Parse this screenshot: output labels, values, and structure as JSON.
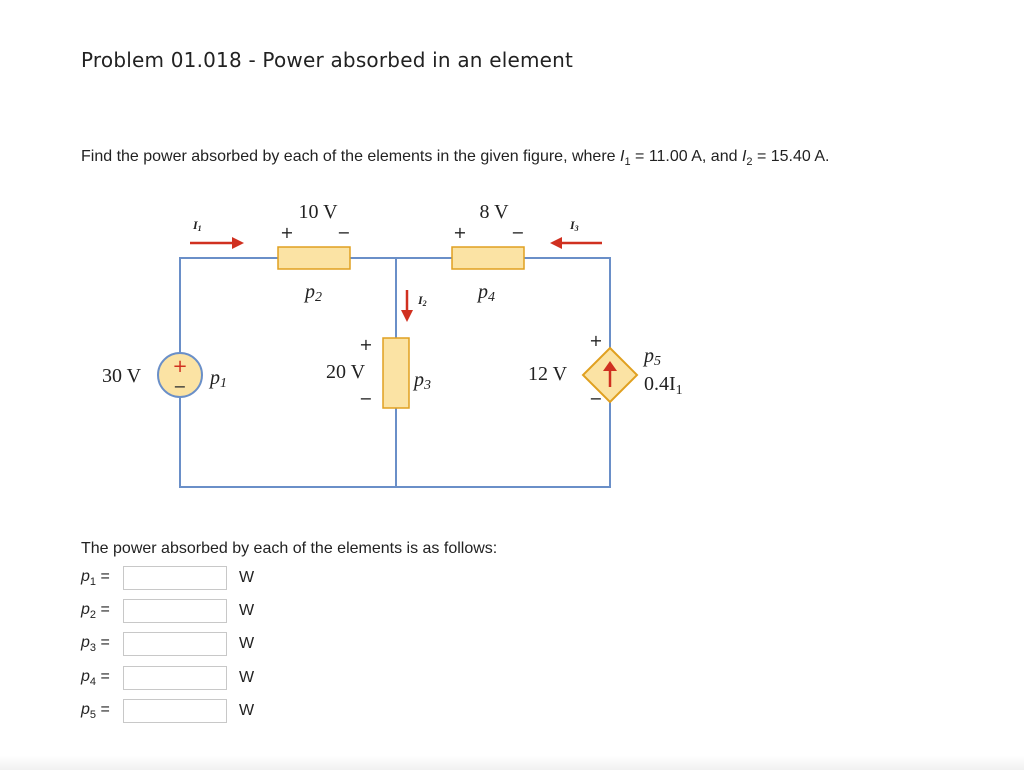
{
  "problem": {
    "title": "Problem 01.018 - Power absorbed in an element",
    "statement": {
      "prefix": "Find the power absorbed by each of the elements in the given figure, where ",
      "i1_var": "I",
      "i1_sub": "1",
      "i1_value": " = 11.00 A, and ",
      "i2_var": "I",
      "i2_sub": "2",
      "i2_value": " = 15.40 A."
    }
  },
  "circuit": {
    "wire_color": "#6a8fc8",
    "element_fill": "#fbe3a4",
    "element_stroke": "#e0a020",
    "arrow_color": "#d03020",
    "labels": {
      "v10": "10 V",
      "v8": "8 V",
      "v30": "30 V",
      "v20": "20 V",
      "v12": "12 V",
      "p1": "p",
      "p1_sub": "1",
      "p2": "p",
      "p2_sub": "2",
      "p3": "p",
      "p3_sub": "3",
      "p4": "p",
      "p4_sub": "4",
      "p5": "p",
      "p5_sub": "5",
      "dep_source": "0.4I",
      "dep_source_sub": "1",
      "i1": "I",
      "i1_sub": "1",
      "i2": "I",
      "i2_sub": "2",
      "i3": "I",
      "i3_sub": "3",
      "plus": "+",
      "minus": "−"
    }
  },
  "answers": {
    "intro": "The power absorbed by each of the elements is as follows:",
    "equals": " =",
    "unit": "W",
    "rows": [
      {
        "var": "p",
        "sub": "1",
        "value": ""
      },
      {
        "var": "p",
        "sub": "2",
        "value": ""
      },
      {
        "var": "p",
        "sub": "3",
        "value": ""
      },
      {
        "var": "p",
        "sub": "4",
        "value": ""
      },
      {
        "var": "p",
        "sub": "5",
        "value": ""
      }
    ]
  }
}
